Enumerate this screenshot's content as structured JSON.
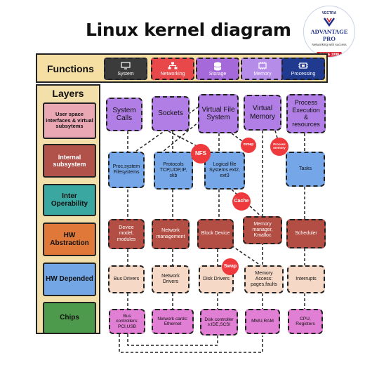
{
  "title": "Linux kernel diagram",
  "logo": {
    "top": "VECTRA",
    "brand": "ADVANTAGE PRO",
    "tagline": "Networking with success",
    "since": "SINCE 1998"
  },
  "functions": {
    "label": "Functions",
    "items": [
      {
        "label": "System",
        "color": "#3b3b3b",
        "icon": "monitor-icon"
      },
      {
        "label": "Networking",
        "color": "#e8484a",
        "icon": "network-icon"
      },
      {
        "label": "Storage",
        "color": "#a569d9",
        "icon": "database-icon"
      },
      {
        "label": "Memory",
        "color": "#b58de8",
        "icon": "memory-chip-icon"
      },
      {
        "label": "Processing",
        "color": "#1f3a8f",
        "icon": "processor-icon"
      }
    ]
  },
  "layers": {
    "label": "Layers",
    "items": [
      {
        "label": "User space interfaces & virtual subsytems",
        "color": "#e9a8b4"
      },
      {
        "label": "Internal subsystem",
        "color": "#b1524a"
      },
      {
        "label": "Inter Operability",
        "color": "#3aa7a1"
      },
      {
        "label": "HW Abstraction",
        "color": "#e0783a"
      },
      {
        "label": "HW Depended",
        "color": "#72a6e5"
      },
      {
        "label": "Chips",
        "color": "#4e9a4c"
      }
    ]
  },
  "nodes": {
    "system_calls": "System Calls",
    "sockets": "Sockets",
    "vfs": "Virtual File System",
    "virtual_memory": "Virtual Memory",
    "process_exec": "Process Execution & resources",
    "proc_sys": "Proc,system Filesystems",
    "protocols": "Protocols TCP,UDP,IP, skb",
    "logical_fs": "Logical file Systems ext2, ext3",
    "tasks": "Tasks",
    "device_model": "Device model, modules",
    "net_mgmt": "Network management",
    "block_device": "Block Device",
    "mem_mgr": "Memory manager, Kmalloc",
    "scheduler": "Scheduler",
    "bus_drivers": "Bus Drivers",
    "net_drivers": "Network Drivers",
    "disk_drivers": "Disk Drivers",
    "mem_access": "Memory Access: pages,faults",
    "interrupts": "Interrupts",
    "bus_ctrl": "Bus controllers: PCI,USB",
    "net_cards": "Network cards: Ethernet",
    "disk_ctrl": "Disk controller s:IDE,SCSI",
    "mmu_ram": "MMU,RAM",
    "cpu_reg": "CPU, Registers"
  },
  "markers": {
    "nfs": "NFS",
    "mmap": "mmap",
    "process_memory": "Process memory",
    "cache": "Cache",
    "swap": "Swap"
  }
}
